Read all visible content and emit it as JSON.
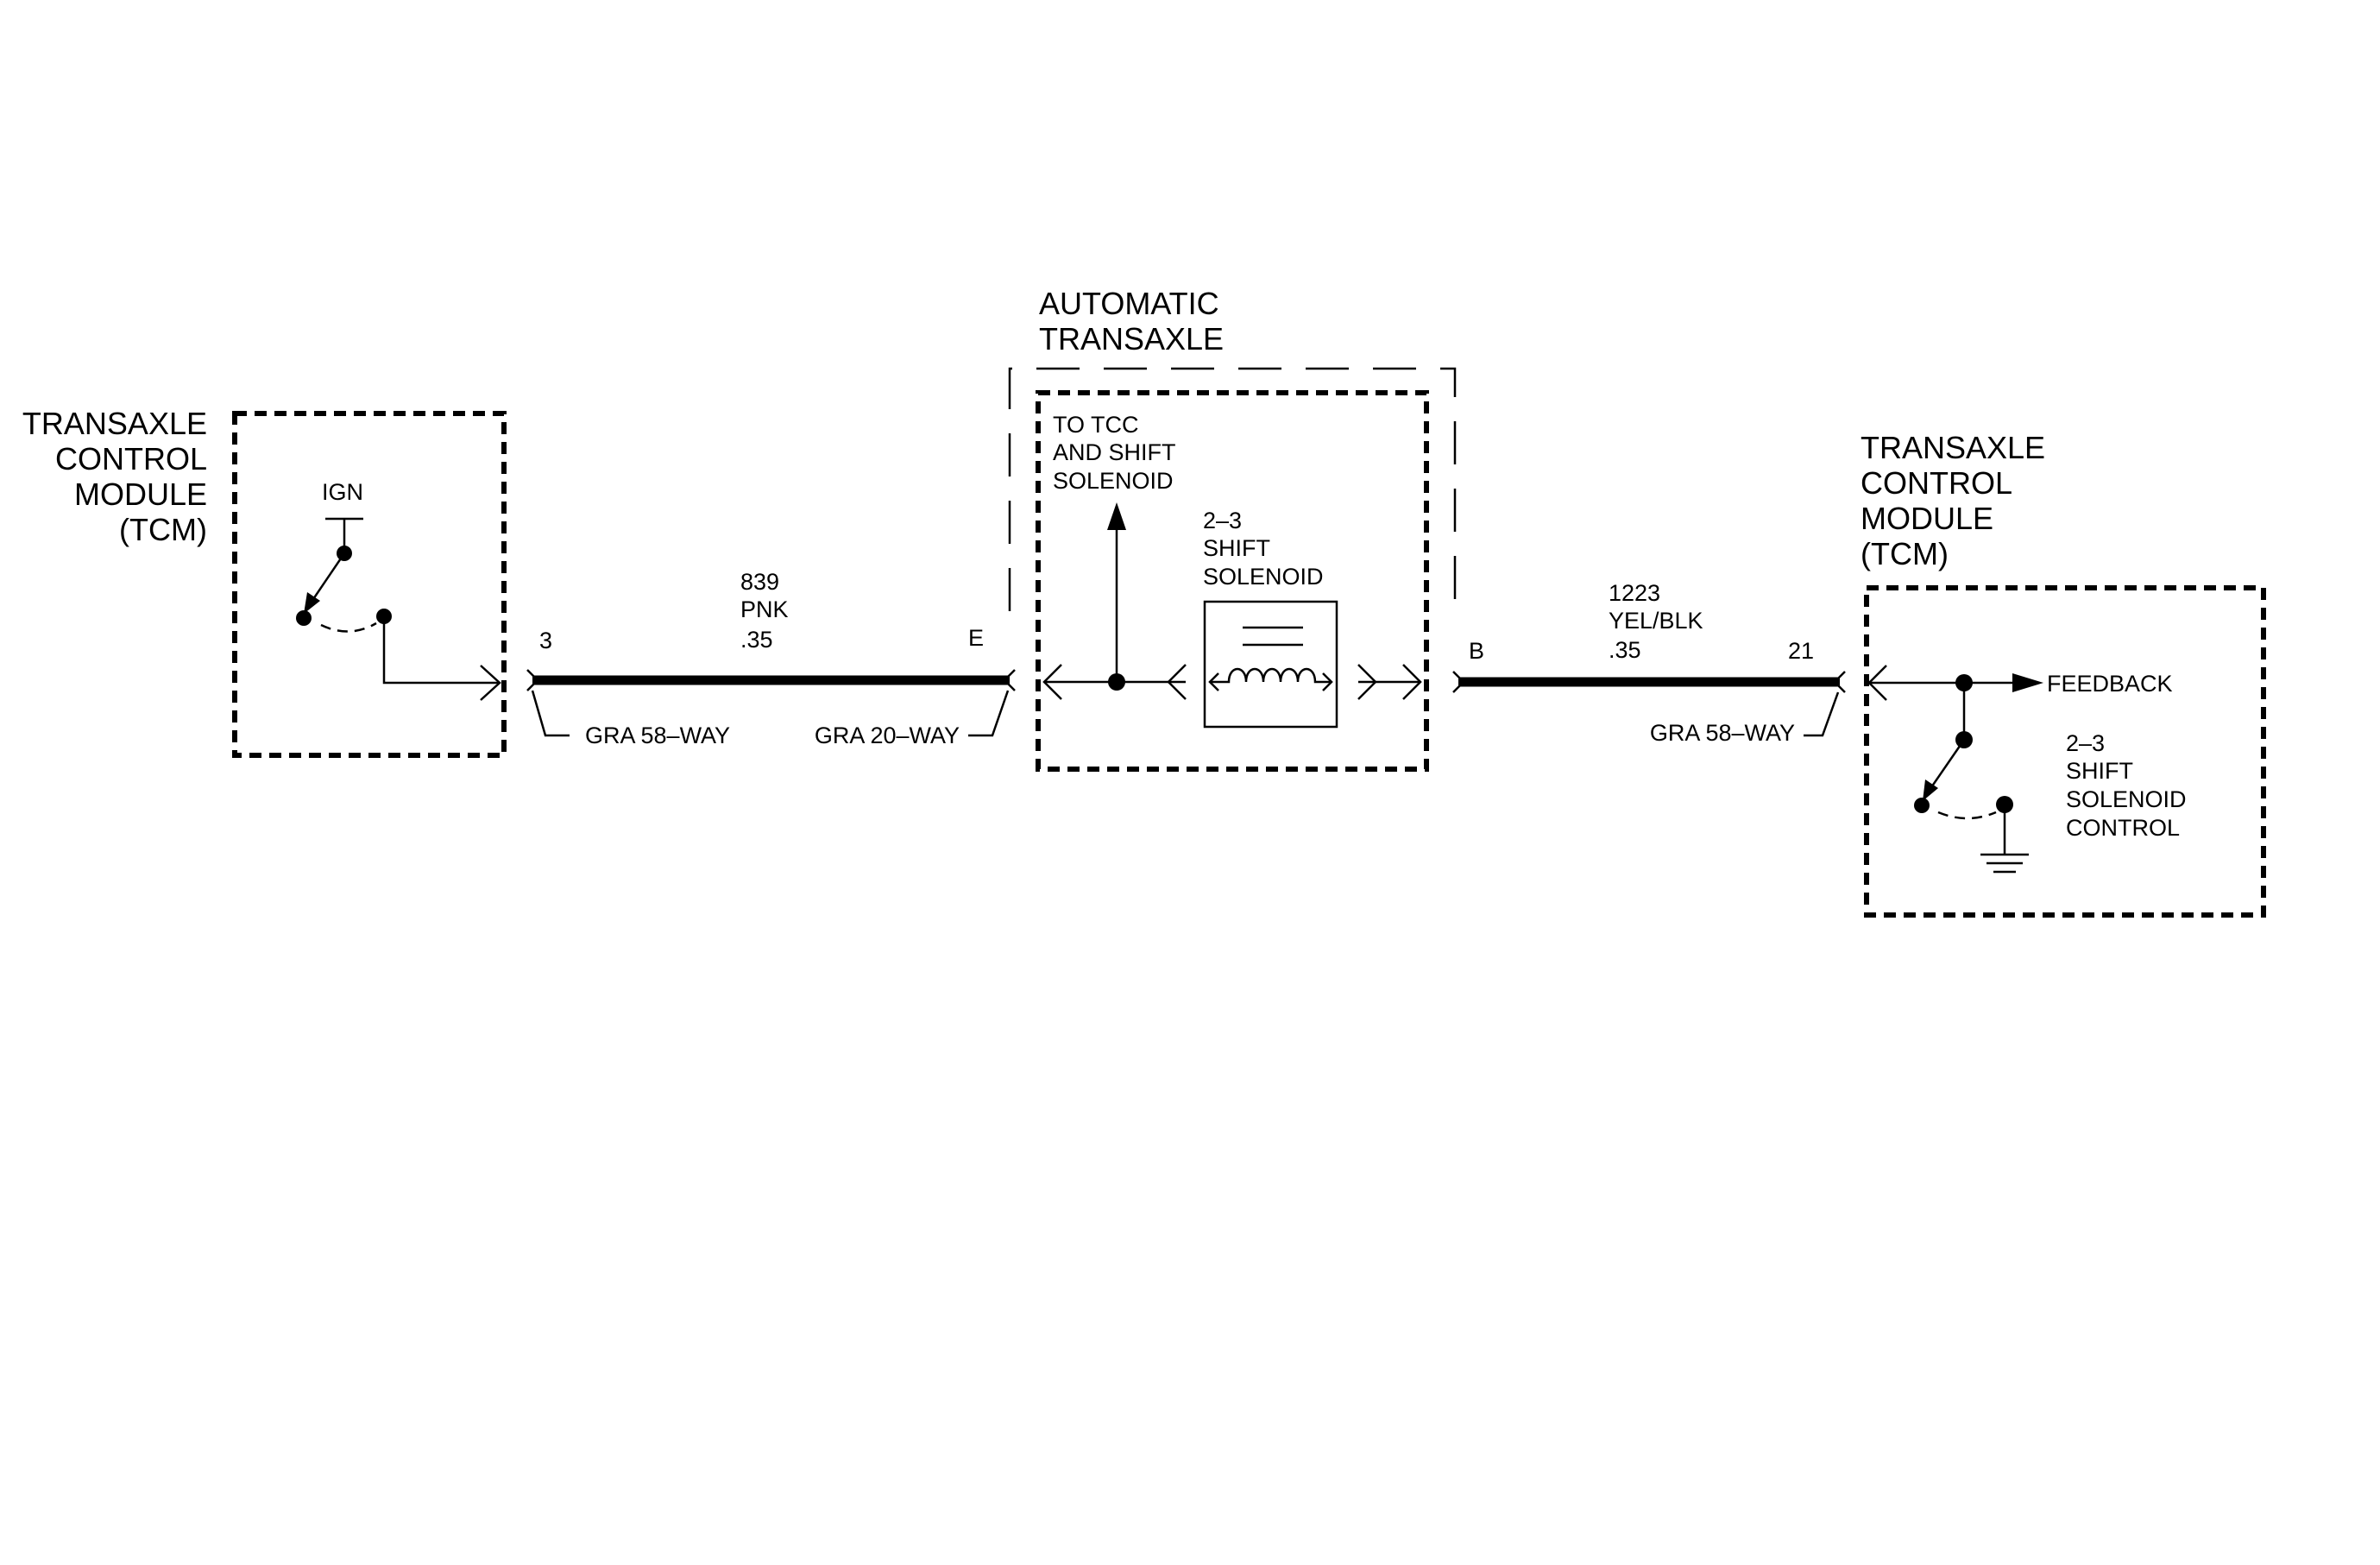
{
  "left_module": {
    "title_lines": [
      "TRANSAXLE",
      "CONTROL",
      "MODULE",
      "(TCM)"
    ],
    "ign_label": "IGN"
  },
  "wire_1": {
    "circuit": "839",
    "color": "PNK",
    "gauge": ".35",
    "pin_left": "3",
    "pin_right": "E",
    "connector_left": "GRA 58–WAY",
    "connector_right": "GRA 20–WAY"
  },
  "transaxle": {
    "title_lines": [
      "AUTOMATIC",
      "TRANSAXLE"
    ],
    "note_lines": [
      "TO TCC",
      "AND SHIFT",
      "SOLENOID"
    ],
    "solenoid_lines": [
      "2–3",
      "SHIFT",
      "SOLENOID"
    ]
  },
  "wire_2": {
    "circuit": "1223",
    "color": "YEL/BLK",
    "gauge": ".35",
    "pin_left": "B",
    "pin_right": "21",
    "connector": "GRA 58–WAY"
  },
  "right_module": {
    "title_lines": [
      "TRANSAXLE",
      "CONTROL",
      "MODULE",
      "(TCM)"
    ],
    "feedback_label": "FEEDBACK",
    "control_lines": [
      "2–3",
      "SHIFT",
      "SOLENOID",
      "CONTROL"
    ]
  }
}
